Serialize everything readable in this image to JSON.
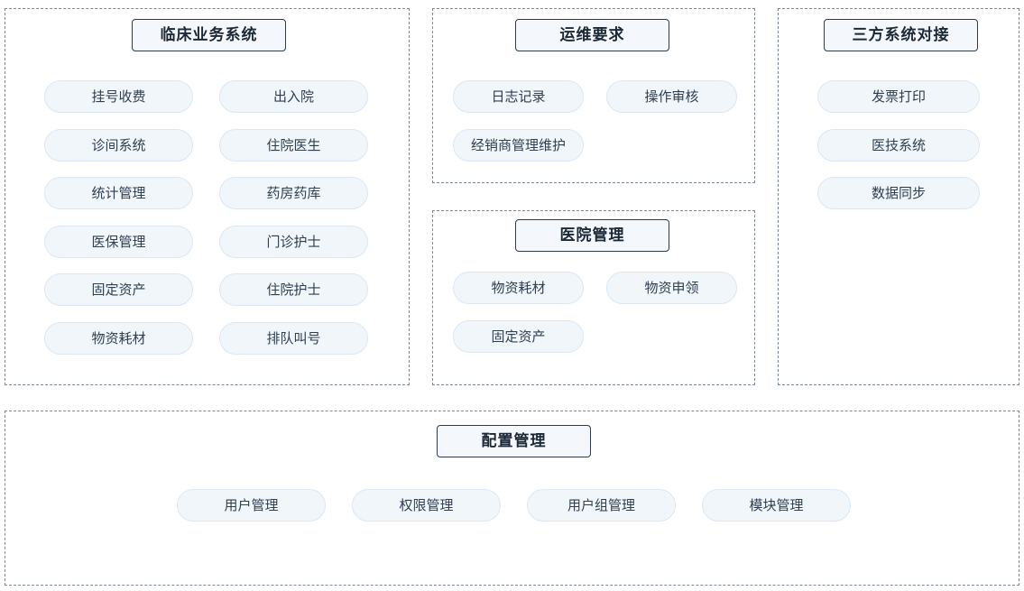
{
  "clinical": {
    "title": "临床业务系统",
    "items": [
      "挂号收费",
      "出入院",
      "诊间系统",
      "住院医生",
      "统计管理",
      "药房药库",
      "医保管理",
      "门诊护士",
      "固定资产",
      "住院护士",
      "物资耗材",
      "排队叫号"
    ]
  },
  "operations": {
    "title": "运维要求",
    "items": [
      "日志记录",
      "操作审核",
      "经销商管理维护"
    ]
  },
  "hospital": {
    "title": "医院管理",
    "items": [
      "物资耗材",
      "物资申领",
      "固定资产"
    ]
  },
  "third_party": {
    "title": "三方系统对接",
    "items": [
      "发票打印",
      "医技系统",
      "数据同步"
    ]
  },
  "config": {
    "title": "配置管理",
    "items": [
      "用户管理",
      "权限管理",
      "用户组管理",
      "模块管理"
    ]
  },
  "colors": {
    "panel_border": "#7d8896",
    "title_border": "#2f3b4a",
    "pill_background": "#f1f6fb",
    "pill_border": "#dbe7f3"
  }
}
